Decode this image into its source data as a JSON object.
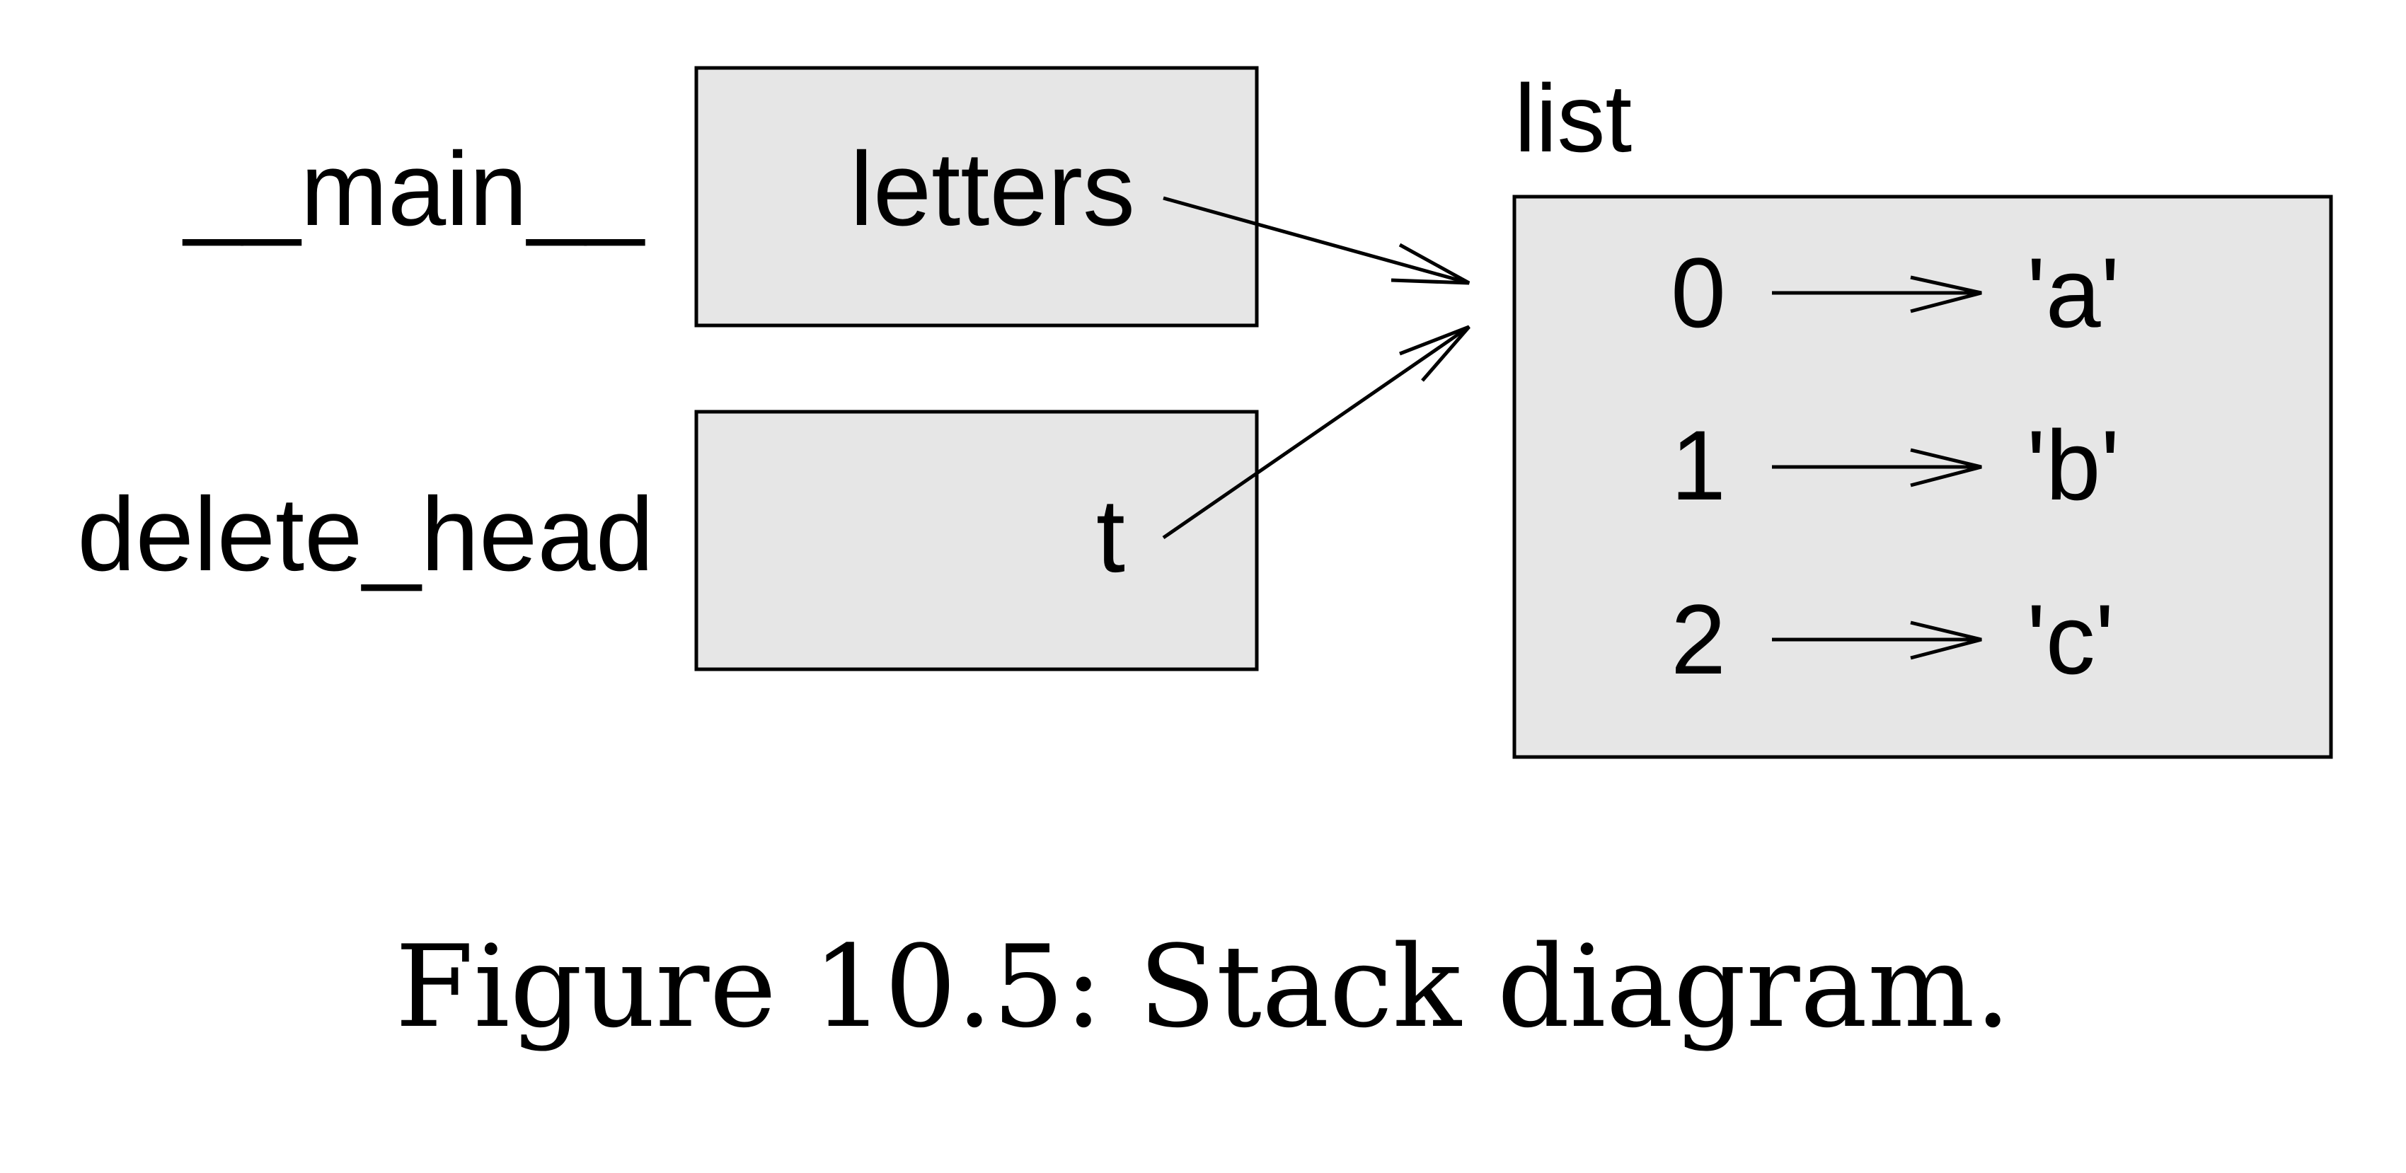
{
  "frames": [
    {
      "name": "__main__",
      "variable": "letters"
    },
    {
      "name": "delete_head",
      "variable": "t"
    }
  ],
  "list_object": {
    "title": "list",
    "items": [
      {
        "index": "0",
        "value": "'a'"
      },
      {
        "index": "1",
        "value": "'b'"
      },
      {
        "index": "2",
        "value": "'c'"
      }
    ]
  },
  "caption": "Figure 10.5: Stack diagram.",
  "colors": {
    "box_fill": "#e6e6e6",
    "stroke": "#000000",
    "background": "#ffffff"
  }
}
